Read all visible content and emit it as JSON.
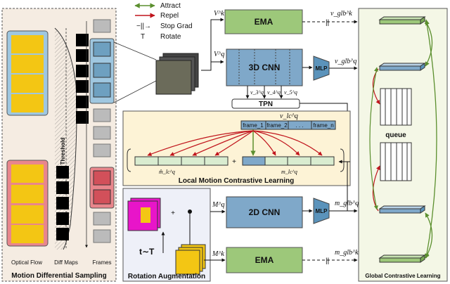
{
  "legend": {
    "attract": "Attract",
    "repel": "Repel",
    "stop_grad_symbol": "−||→",
    "stop_grad": "Stop Grad",
    "rotate_symbol": "T",
    "rotate": "Rotate"
  },
  "left_panel": {
    "title": "Motion Differential Sampling",
    "threshold": "Threshold",
    "optical_flow": "Optical Flow",
    "diff_maps": "Diff Maps",
    "frames": "Frames"
  },
  "top_branch": {
    "vk_label": "V^k",
    "ema_label": "EMA",
    "vglb_k": "v_glb^k"
  },
  "query_branch": {
    "vq_label": "V^q",
    "cnn_label": "3D CNN",
    "mlp_label": "MLP",
    "vglb_q": "v_glb^q",
    "v3": "v_3^q",
    "v4": "v_4^q",
    "v5": "v_5^q",
    "tpn_label": "TPN"
  },
  "local_panel": {
    "title": "Local Motion Contrastive Learning",
    "vlc_label": "v_lc^q",
    "frames": [
      "frame_1",
      "frame_2",
      ". . .",
      "frame_n"
    ],
    "m_hat_label": "m̂_lc^q",
    "m_label": "m_lc^q",
    "plus": "+"
  },
  "rotation_panel": {
    "title": "Rotation Augmentation",
    "plus": "+",
    "t_label": "t∼T",
    "mq_label": "M^q",
    "mk_label": "M^k"
  },
  "motion_branch": {
    "cnn_label": "2D CNN",
    "mlp_label": "MLP",
    "mglb_q": "m_glb^q",
    "ema_label": "EMA",
    "mglb_k": "m_glb^k"
  },
  "global_panel": {
    "title": "Global Contrastive Learning",
    "queue_label": "queue"
  },
  "colors": {
    "attract": "#5b8f2e",
    "repel": "#c0141c",
    "ema_fill": "#9dc87a",
    "cnn_fill": "#7fa8c9",
    "mlp_fill": "#5b93bb",
    "global_bg": "#f4f7e6",
    "local_bg": "#fdf3d6",
    "left_bg": "#f5ece2",
    "rot_bg": "#eef0f8"
  }
}
